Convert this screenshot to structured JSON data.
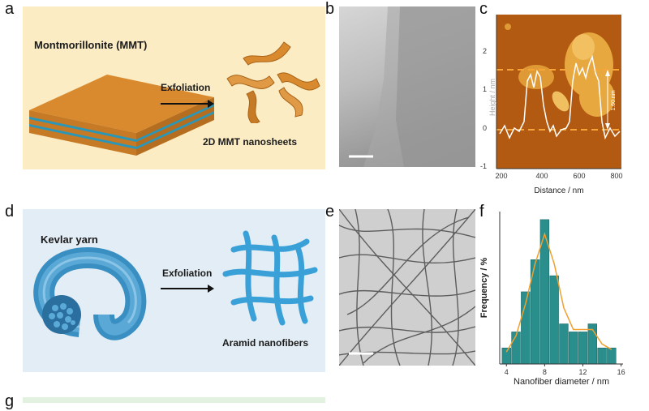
{
  "panels": {
    "a": {
      "label": "a",
      "title": "Montmorillonite (MMT)",
      "arrow_label": "Exfoliation",
      "product": "2D MMT nanosheets",
      "bg": "#fbecc4"
    },
    "b": {
      "label": "b"
    },
    "c": {
      "label": "c",
      "xlabel": "Distance / nm",
      "ylabel": "Height / nm",
      "step_label": "1.60 nm",
      "xticks": [
        "200",
        "400",
        "600",
        "800"
      ],
      "yticks": [
        "2",
        "1",
        "0",
        "-1"
      ]
    },
    "d": {
      "label": "d",
      "title": "Kevlar yarn",
      "arrow_label": "Exfoliation",
      "product": "Aramid nanofibers",
      "bg": "#e3edf5"
    },
    "e": {
      "label": "e"
    },
    "f": {
      "label": "f"
    },
    "g": {
      "label": "g"
    }
  },
  "chart_data": {
    "type": "bar",
    "xlabel": "Nanofiber diameter / nm",
    "ylabel": "Frequency / %",
    "x": [
      4,
      5,
      6,
      7,
      8,
      9,
      10,
      11,
      12,
      13,
      14,
      15
    ],
    "values": [
      2,
      4,
      9,
      13,
      18,
      11,
      5,
      4,
      4,
      5,
      2,
      2
    ],
    "fit": [
      1.5,
      3.5,
      7.5,
      12.5,
      16.2,
      12.5,
      7,
      4.3,
      4.3,
      4.3,
      2.5,
      1.8
    ],
    "xticks": [
      4,
      8,
      12,
      16
    ],
    "xlim": [
      3.3,
      16.2
    ],
    "ylim": [
      0,
      19
    ],
    "bar_color": "#2a8f8c",
    "fit_color": "#f0a030"
  }
}
